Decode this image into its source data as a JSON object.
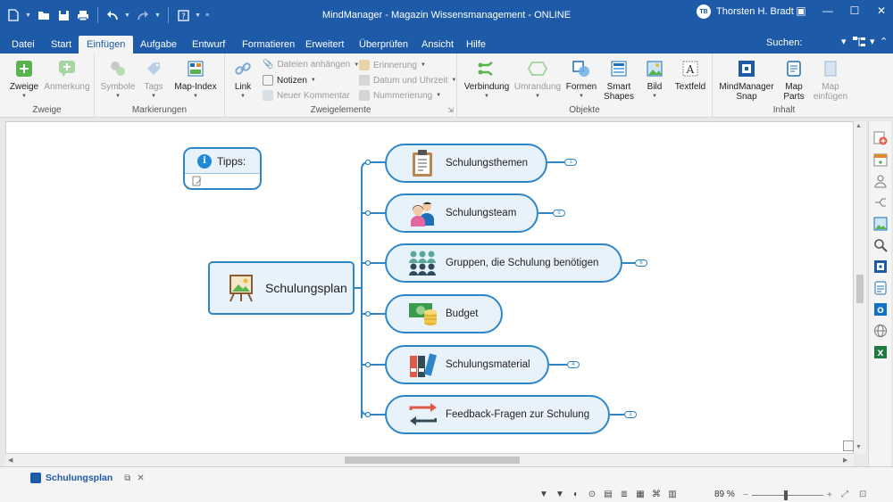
{
  "window": {
    "title": "MindManager - Magazin Wissensmanagement - ONLINE",
    "user_initials": "TB",
    "user_name": "Thorsten H. Bradt"
  },
  "tabs": [
    {
      "label": "Datei"
    },
    {
      "label": "Start"
    },
    {
      "label": "Einfügen",
      "active": true
    },
    {
      "label": "Aufgabe"
    },
    {
      "label": "Entwurf"
    },
    {
      "label": "Formatieren"
    },
    {
      "label": "Erweitert"
    },
    {
      "label": "Überprüfen"
    },
    {
      "label": "Ansicht"
    },
    {
      "label": "Hilfe"
    }
  ],
  "search_label": "Suchen:",
  "ribbon": {
    "groups": {
      "zweige": "Zweige",
      "markierungen": "Markierungen",
      "zweigelemente": "Zweigelemente",
      "objekte": "Objekte",
      "inhalt": "Inhalt"
    },
    "buttons": {
      "zweige": "Zweige",
      "anmerkung": "Anmerkung",
      "symbole": "Symbole",
      "tags": "Tags",
      "map_index": "Map-Index",
      "link": "Link",
      "dateien": "Dateien anhängen",
      "notizen": "Notizen",
      "kommentar": "Neuer Kommentar",
      "erinnerung": "Erinnerung",
      "datum": "Datum und Uhrzeit",
      "nummerierung": "Nummerierung",
      "verbindung": "Verbindung",
      "umrandung": "Umrandung",
      "formen": "Formen",
      "smart_1": "Smart",
      "smart_2": "Shapes",
      "bild": "Bild",
      "textfeld": "Textfeld",
      "snap_1": "MindManager",
      "snap_2": "Snap",
      "parts_1": "Map",
      "parts_2": "Parts",
      "einfuegen_1": "Map",
      "einfuegen_2": "einfügen"
    }
  },
  "map": {
    "central": "Schulungsplan",
    "callout": "Tipps:",
    "topics": [
      {
        "label": "Schulungsthemen",
        "badge": "1"
      },
      {
        "label": "Schulungsteam",
        "badge": "5"
      },
      {
        "label": "Gruppen, die Schulung benötigen",
        "badge": "6"
      },
      {
        "label": "Budget",
        "badge": ""
      },
      {
        "label": "Schulungsmaterial",
        "badge": "4"
      },
      {
        "label": "Feedback-Fragen zur Schulung",
        "badge": "1"
      }
    ]
  },
  "status": {
    "doc_tab": "Schulungsplan",
    "zoom": "89 %"
  },
  "colors": {
    "brand": "#1d5aa8",
    "topic_border": "#2e86c8",
    "topic_fill": "#e8f2fb"
  }
}
